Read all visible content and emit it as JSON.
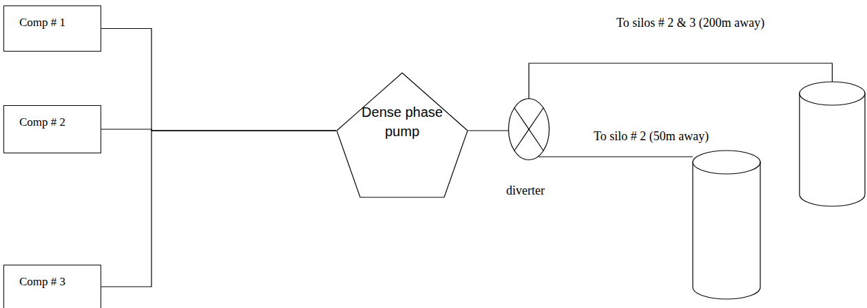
{
  "diagram": {
    "nodes": [
      {
        "text": [
          "Comp # 1"
        ]
      },
      {
        "text": [
          "Comp # 2"
        ]
      },
      {
        "text": [
          "Comp # 3"
        ]
      },
      {
        "text": [
          "Dense phase pump"
        ]
      },
      {
        "text": [
          "diverter"
        ]
      },
      {
        "text": [
          "To silo # 2 (50m away)"
        ]
      },
      {
        "text": [
          "To silos # 2 & 3 (200m away)"
        ]
      }
    ],
    "edges": [
      {
        "from": 0,
        "to": 3,
        "arrow": "none"
      },
      {
        "from": 1,
        "to": 3,
        "arrow": "none"
      },
      {
        "from": 2,
        "to": 3,
        "arrow": "none"
      },
      {
        "from": 3,
        "to": 4,
        "arrow": "none"
      },
      {
        "from": 4,
        "to": 5,
        "arrow": "none"
      },
      {
        "from": 4,
        "to": 6,
        "arrow": "none"
      }
    ]
  }
}
